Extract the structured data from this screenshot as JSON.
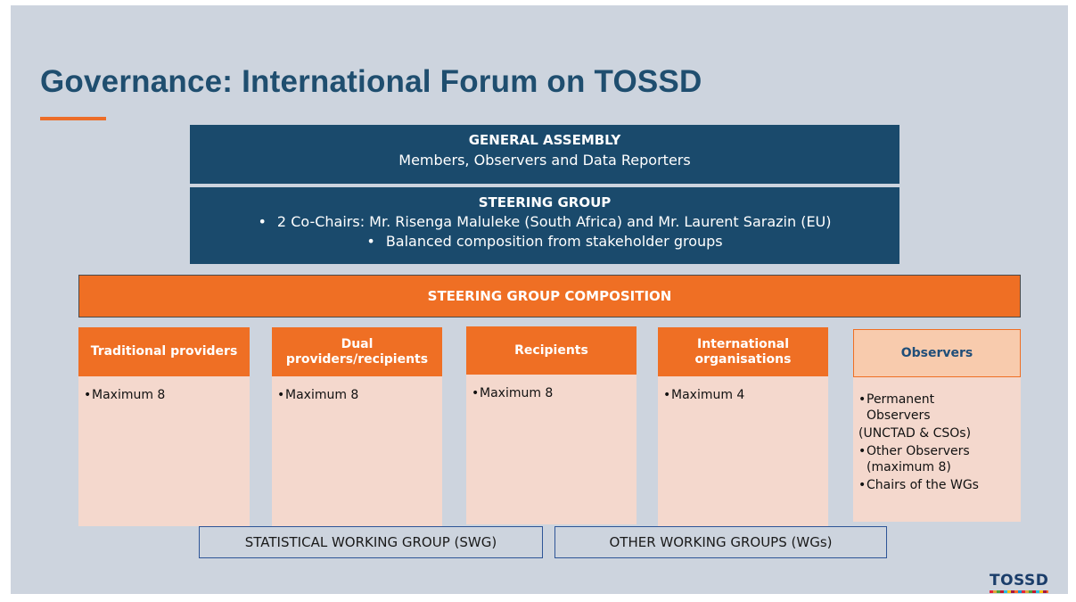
{
  "slide": {
    "title": "Governance: International Forum on TOSSD",
    "accent_color": "#ed6d28",
    "title_color": "#1f4e6f"
  },
  "general_assembly": {
    "heading": "GENERAL ASSEMBLY",
    "text": "Members, Observers and Data Reporters"
  },
  "steering_group": {
    "heading": "STEERING GROUP",
    "bullets": [
      "2 Co-Chairs: Mr. Risenga Maluleke (South Africa) and Mr. Laurent Sarazin (EU)",
      "Balanced composition from stakeholder groups"
    ]
  },
  "composition": {
    "heading": "STEERING GROUP COMPOSITION"
  },
  "columns": [
    {
      "heading": "Traditional providers",
      "items": [
        "Maximum 8"
      ]
    },
    {
      "heading": "Dual providers/recipients",
      "items": [
        "Maximum 8"
      ]
    },
    {
      "heading": "Recipients",
      "items": [
        "Maximum 8"
      ]
    },
    {
      "heading": "International organisations",
      "items": [
        "Maximum 4"
      ]
    },
    {
      "heading": "Observers",
      "items": [
        "Permanent Observers",
        "(UNCTAD & CSOs)",
        "Other Observers (maximum 8)",
        "Chairs of the WGs"
      ]
    }
  ],
  "working_groups": {
    "swg": "STATISTICAL WORKING GROUP (SWG)",
    "other": "OTHER WORKING GROUPS (WGs)"
  },
  "logo": {
    "text": "TOSSD"
  }
}
